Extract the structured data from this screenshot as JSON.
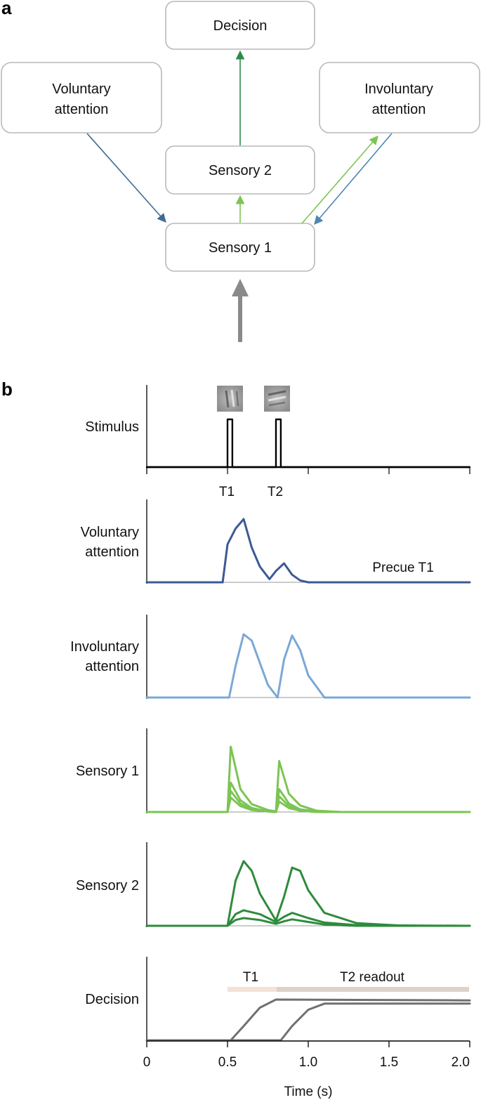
{
  "panel_a": {
    "letter": "a",
    "nodes": {
      "decision": [
        "Decision"
      ],
      "voluntary": [
        "Voluntary",
        "attention"
      ],
      "involuntary": [
        "Involuntary",
        "attention"
      ],
      "sensory2": [
        "Sensory 2"
      ],
      "sensory1": [
        "Sensory 1"
      ]
    },
    "colors": {
      "voluntary_arrow": "#3d6c93",
      "involuntary_arrow": "#4f86b3",
      "sensory_up": "#7cc454",
      "decision_arrow": "#2e8b4a",
      "input_arrow": "#8a8a8a",
      "box_border": "#b9b9b9"
    }
  },
  "panel_b": {
    "letter": "b",
    "rows": [
      {
        "key": "stimulus",
        "label": [
          "Stimulus"
        ],
        "color": "#000000"
      },
      {
        "key": "voluntary",
        "label": [
          "Voluntary",
          "attention"
        ],
        "color": "#3c5a93",
        "annotation": "Precue T1"
      },
      {
        "key": "involuntary",
        "label": [
          "Involuntary",
          "attention"
        ],
        "color": "#7aa8d6"
      },
      {
        "key": "sensory1",
        "label": [
          "Sensory 1"
        ],
        "color": "#7cc454"
      },
      {
        "key": "sensory2",
        "label": [
          "Sensory 2"
        ],
        "color": "#2e8b3c"
      },
      {
        "key": "decision",
        "label": [
          "Decision"
        ],
        "color": "#707070"
      }
    ],
    "stimulus_labels": {
      "t1": "T1",
      "t2": "T2"
    },
    "readout": {
      "t1_label": "T1",
      "t2_label": "T2 readout",
      "t1_color": "#f4e2d4",
      "t2_color": "#ddd2c8",
      "t1_text_color": "#b79a7c",
      "t2_text_color": "#8c8c8c"
    },
    "x_axis": {
      "label": "Time (s)",
      "range": [
        0,
        2.0
      ],
      "ticks": [
        0,
        0.5,
        1.0,
        1.5,
        2.0
      ],
      "tick_labels": [
        "0",
        "0.5",
        "1.0",
        "1.5",
        "2.0"
      ]
    }
  },
  "chart_data": {
    "type": "line",
    "x_unit": "s",
    "xlabel": "Time (s)",
    "xlim": [
      0,
      2.0
    ],
    "series": [
      {
        "row": "Stimulus",
        "segments": [
          {
            "x": [
              0,
              0.5,
              0.5,
              0.53,
              0.53,
              0.8,
              0.8,
              0.83,
              0.83,
              2.0
            ],
            "y": [
              0,
              0,
              1,
              1,
              0,
              0,
              1,
              1,
              0,
              0
            ]
          }
        ]
      },
      {
        "row": "Voluntary attention",
        "segments": [
          {
            "x": [
              0,
              0.47,
              0.5,
              0.55,
              0.6,
              0.65,
              0.7,
              0.76,
              0.8,
              0.85,
              0.9,
              0.95,
              1.0,
              2.0
            ],
            "y": [
              0,
              0,
              0.6,
              0.85,
              1.0,
              0.55,
              0.25,
              0.05,
              0.18,
              0.3,
              0.12,
              0.03,
              0,
              0
            ]
          }
        ]
      },
      {
        "row": "Involuntary attention",
        "segments": [
          {
            "x": [
              0,
              0.51,
              0.55,
              0.6,
              0.65,
              0.7,
              0.75,
              0.81,
              0.85,
              0.9,
              0.95,
              1.0,
              1.1,
              2.0
            ],
            "y": [
              0,
              0,
              0.5,
              1.0,
              0.9,
              0.55,
              0.2,
              0,
              0.6,
              0.98,
              0.75,
              0.35,
              0,
              0
            ]
          }
        ]
      },
      {
        "row": "Sensory 1",
        "segments": [
          {
            "x": [
              0,
              0.5,
              0.52,
              0.58,
              0.65,
              0.75,
              0.8,
              0.82,
              0.88,
              0.95,
              1.05,
              1.2,
              2.0
            ],
            "y": [
              0,
              0,
              1.0,
              0.35,
              0.12,
              0.03,
              0.01,
              0.78,
              0.28,
              0.1,
              0.02,
              0,
              0
            ]
          },
          {
            "x": [
              0,
              0.5,
              0.52,
              0.58,
              0.65,
              0.75,
              0.8,
              0.82,
              0.88,
              0.95,
              1.05,
              1.2,
              2.0
            ],
            "y": [
              0,
              0,
              0.45,
              0.18,
              0.06,
              0.01,
              0,
              0.35,
              0.13,
              0.04,
              0.01,
              0,
              0
            ]
          },
          {
            "x": [
              0,
              0.5,
              0.52,
              0.58,
              0.65,
              0.75,
              0.8,
              0.82,
              0.88,
              0.95,
              1.05,
              1.2,
              2.0
            ],
            "y": [
              0,
              0,
              0.32,
              0.13,
              0.04,
              0.01,
              0,
              0.24,
              0.09,
              0.03,
              0.01,
              0,
              0
            ]
          },
          {
            "x": [
              0,
              0.5,
              0.52,
              0.58,
              0.65,
              0.75,
              0.8,
              0.82,
              0.88,
              0.95,
              1.05,
              1.2,
              2.0
            ],
            "y": [
              0,
              0,
              0.22,
              0.09,
              0.03,
              0.01,
              0,
              0.16,
              0.06,
              0.02,
              0,
              0,
              0
            ]
          }
        ]
      },
      {
        "row": "Sensory 2",
        "segments": [
          {
            "x": [
              0,
              0.5,
              0.55,
              0.6,
              0.65,
              0.7,
              0.8,
              0.85,
              0.9,
              0.95,
              1.0,
              1.1,
              1.3,
              1.6,
              2.0
            ],
            "y": [
              0,
              0,
              0.7,
              1.0,
              0.85,
              0.5,
              0.08,
              0.45,
              0.9,
              0.85,
              0.55,
              0.2,
              0.04,
              0,
              0
            ]
          },
          {
            "x": [
              0,
              0.5,
              0.55,
              0.6,
              0.7,
              0.8,
              0.85,
              0.9,
              1.0,
              1.1,
              1.3,
              2.0
            ],
            "y": [
              0,
              0,
              0.18,
              0.24,
              0.18,
              0.06,
              0.14,
              0.2,
              0.12,
              0.05,
              0.01,
              0
            ]
          },
          {
            "x": [
              0,
              0.5,
              0.55,
              0.6,
              0.7,
              0.8,
              0.85,
              0.9,
              1.0,
              1.1,
              1.3,
              2.0
            ],
            "y": [
              0,
              0,
              0.09,
              0.12,
              0.09,
              0.03,
              0.07,
              0.1,
              0.06,
              0.02,
              0,
              0
            ]
          }
        ]
      },
      {
        "row": "Decision",
        "segments": [
          {
            "x": [
              0,
              0.52,
              0.6,
              0.7,
              0.8,
              2.0
            ],
            "y": [
              0,
              0,
              0.35,
              0.8,
              1.0,
              0.98
            ]
          },
          {
            "x": [
              0,
              0.83,
              0.9,
              1.0,
              1.1,
              2.0
            ],
            "y": [
              0,
              0,
              0.35,
              0.75,
              0.9,
              0.9
            ]
          }
        ]
      }
    ]
  }
}
